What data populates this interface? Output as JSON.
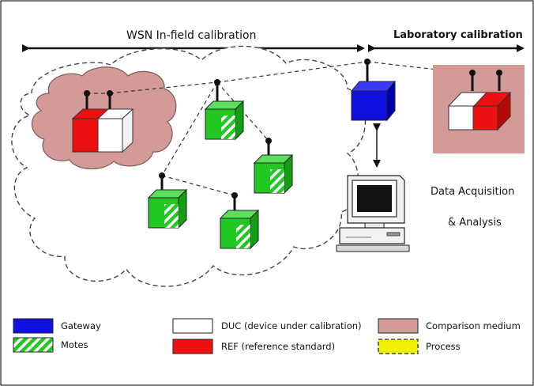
{
  "header": {
    "wsn_label": "WSN In-field calibration",
    "lab_label": "Laboratory calibration"
  },
  "daq": {
    "line1": "Data Acquisition",
    "line2": "& Analysis"
  },
  "legend": {
    "gateway": "Gateway",
    "motes": "Motes",
    "duc": "DUC (device under calibration)",
    "ref": "REF (reference standard)",
    "comparison": "Comparison medium",
    "process": "Process"
  },
  "colors": {
    "gateway": "#1010e0",
    "mote": "#22c822",
    "ref": "#ee1010",
    "duc": "#ffffff",
    "comparison": "#d49a98",
    "process": "#f0f000"
  }
}
